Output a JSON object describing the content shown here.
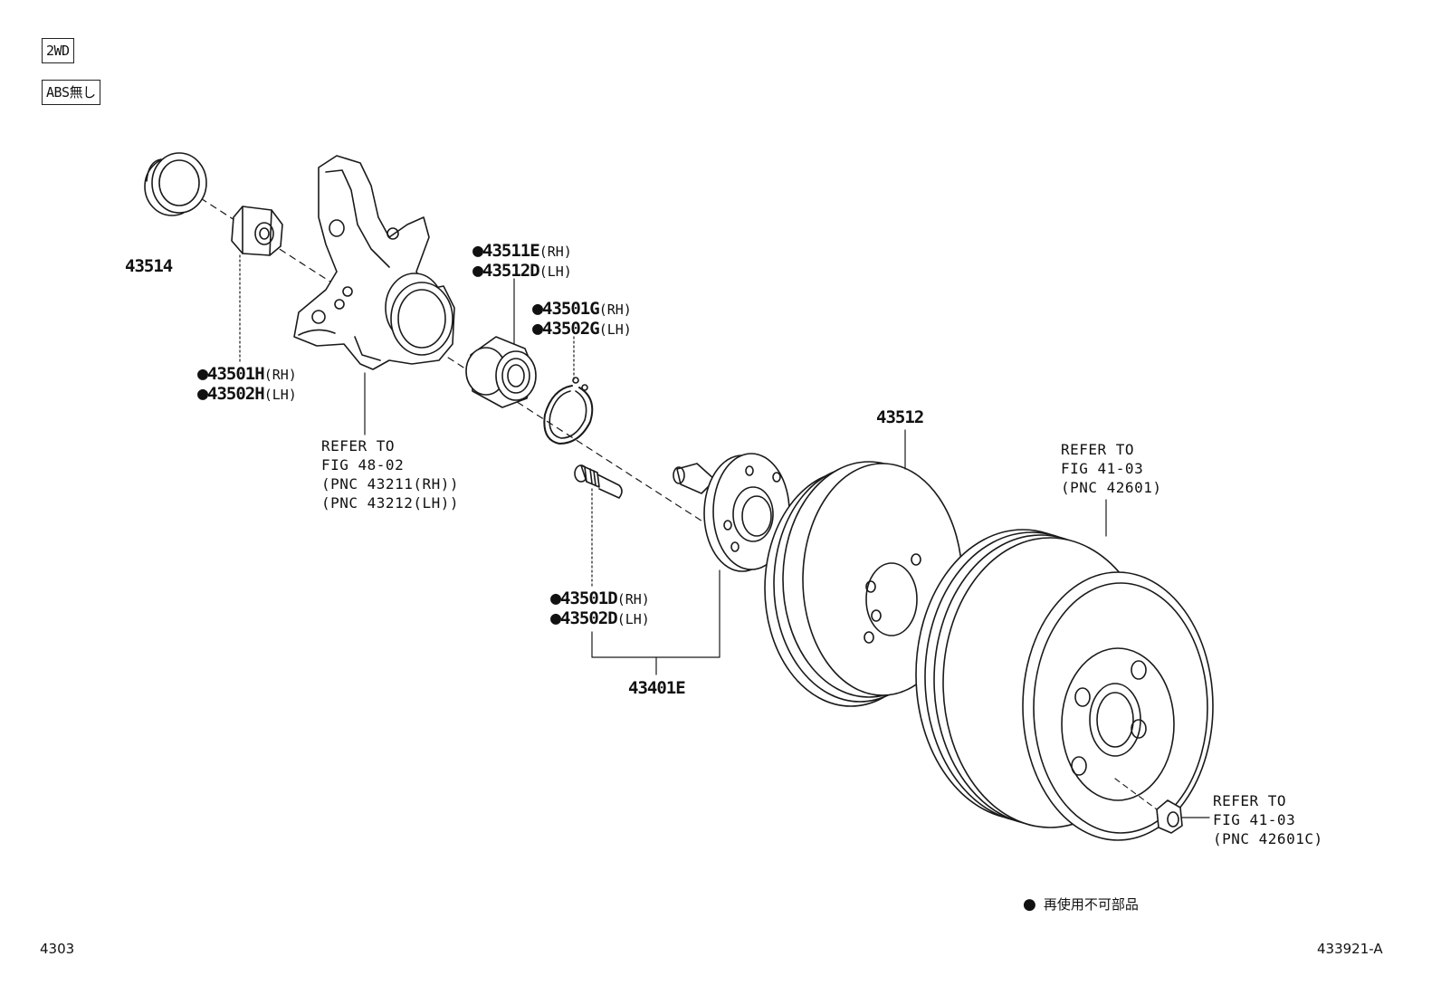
{
  "badges": {
    "drive": "2WD",
    "abs": "ABS無し"
  },
  "parts": {
    "dust_cover": {
      "number": "43514"
    },
    "nut": {
      "dot": "●",
      "lines": [
        {
          "number": "43501H",
          "side": "(RH)"
        },
        {
          "number": "43502H",
          "side": "(LH)"
        }
      ]
    },
    "bearing": {
      "dot": "●",
      "lines": [
        {
          "number": "43511E",
          "side": "(RH)"
        },
        {
          "number": "43512D",
          "side": "(LH)"
        }
      ]
    },
    "snap_ring": {
      "dot": "●",
      "lines": [
        {
          "number": "43501G",
          "side": "(RH)"
        },
        {
          "number": "43502G",
          "side": "(LH)"
        }
      ]
    },
    "hub_bolt": {
      "dot": "●",
      "lines": [
        {
          "number": "43501D",
          "side": "(RH)"
        },
        {
          "number": "43502D",
          "side": "(LH)"
        }
      ]
    },
    "hub_assembly": {
      "number": "43401E"
    },
    "disc": {
      "number": "43512"
    }
  },
  "references": {
    "knuckle": [
      "REFER TO",
      "FIG 48-02",
      "(PNC 43211(RH))",
      "(PNC 43212(LH))"
    ],
    "wheel": [
      "REFER TO",
      "FIG 41-03",
      "(PNC 42601)"
    ],
    "wheel_nut": [
      "REFER TO",
      "FIG 41-03",
      "(PNC 42601C)"
    ]
  },
  "legend": {
    "symbol": "●",
    "text": "再使用不可部品"
  },
  "footer": {
    "page": "4303",
    "figure_id": "433921-A"
  }
}
